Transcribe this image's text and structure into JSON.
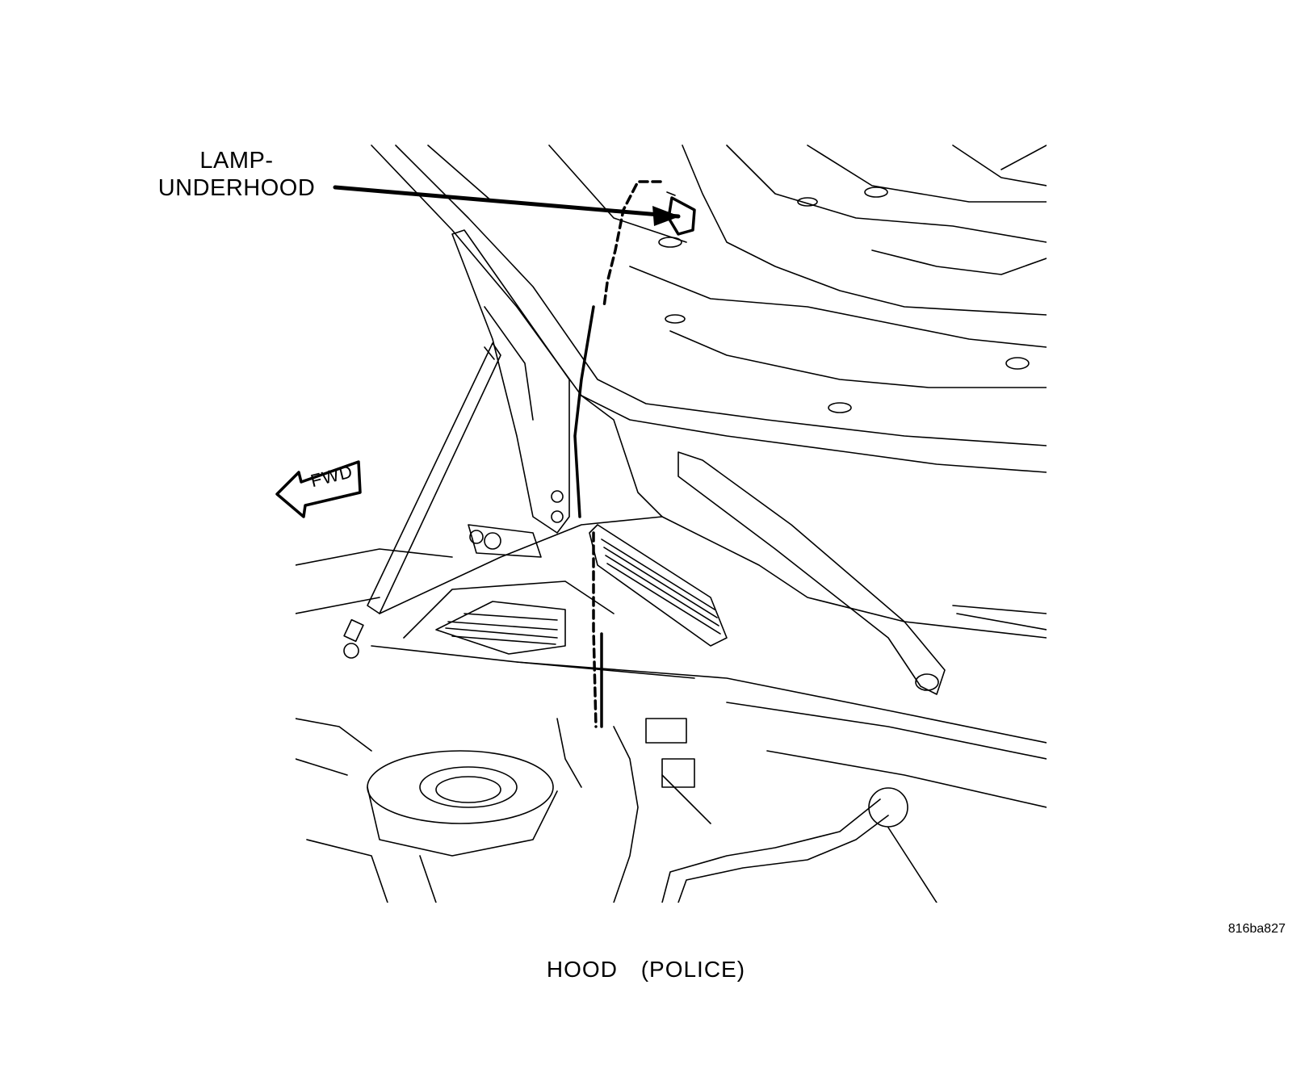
{
  "callout": {
    "lamp_line1": "LAMP-",
    "lamp_line2": "UNDERHOOD"
  },
  "direction_label": "FWD",
  "figure_id": "816ba827",
  "caption": {
    "part": "HOOD",
    "variant": "(POLICE)"
  }
}
